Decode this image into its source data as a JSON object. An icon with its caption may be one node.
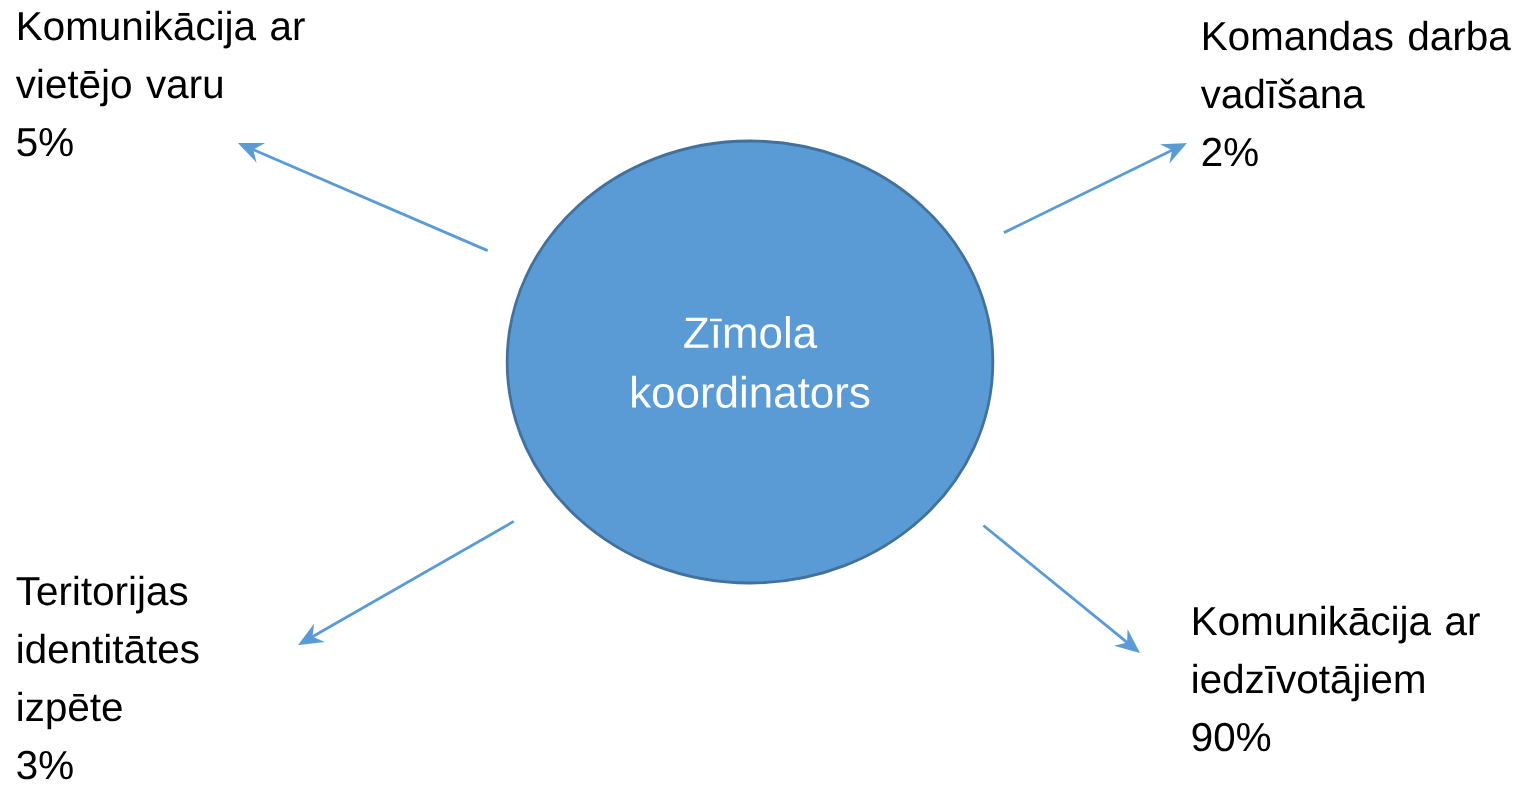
{
  "diagram": {
    "nodes": [
      {
        "text": [
          "Zīmola koordinators"
        ]
      },
      {
        "text": [
          "Komunikācija ar vietējo varu",
          "5%"
        ]
      },
      {
        "text": [
          "Komandas darba vadīšana",
          "2%"
        ]
      },
      {
        "text": [
          "Teritorijas identitātes izpēte",
          "3%"
        ]
      },
      {
        "text": [
          "Komunikācija ar iedzīvotājiem",
          "90%"
        ]
      }
    ],
    "edges": [
      {
        "from": 0,
        "to": 1,
        "arrow": "to"
      },
      {
        "from": 0,
        "to": 2,
        "arrow": "to"
      },
      {
        "from": 0,
        "to": 3,
        "arrow": "to"
      },
      {
        "from": 0,
        "to": 4,
        "arrow": "to"
      }
    ]
  }
}
